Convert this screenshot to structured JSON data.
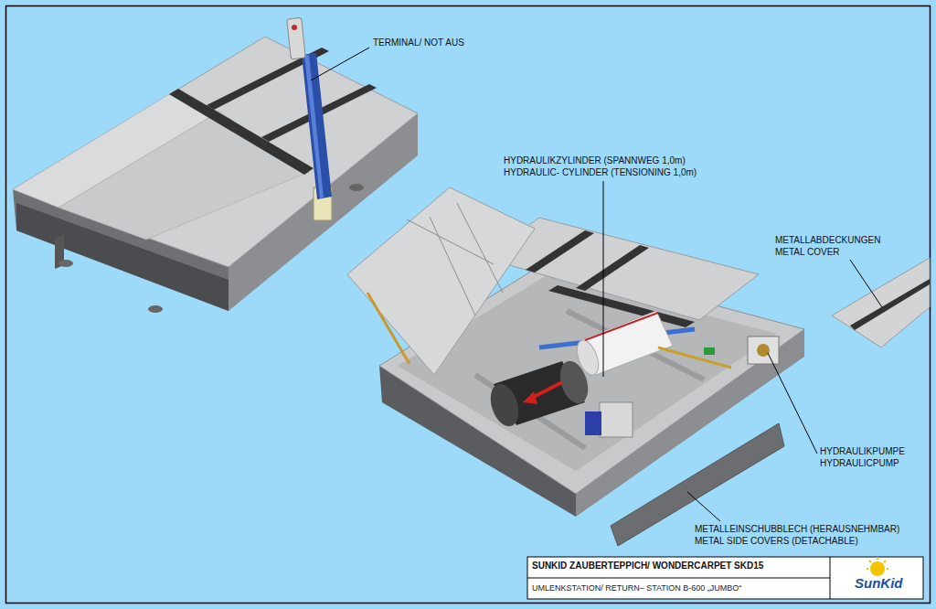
{
  "diagram": {
    "title": "SUNKID ZAUBERTEPPICH/ WONDERCARPET SKD15",
    "caption": "UMLENKSTATION/ RETURN– STATION B-600 „JUMBO“",
    "labels": [
      "TERMINAL/ NOT AUS",
      "HYDRAULIKZYLINDER (SPANNWEG 1,0m)",
      "HYDRAULIC- CYLINDER (TENSIONING 1,0m)",
      "METALLABDECKUNGEN",
      "METAL COVER",
      "HYDRAULIKPUMPE",
      "HYDRAULICPUMP",
      "METALLEINSCHUBBLECH (HERAUSNEHMBAR)",
      "METAL SIDE COVERS (DETACHABLE)",
      "SunKid"
    ]
  }
}
